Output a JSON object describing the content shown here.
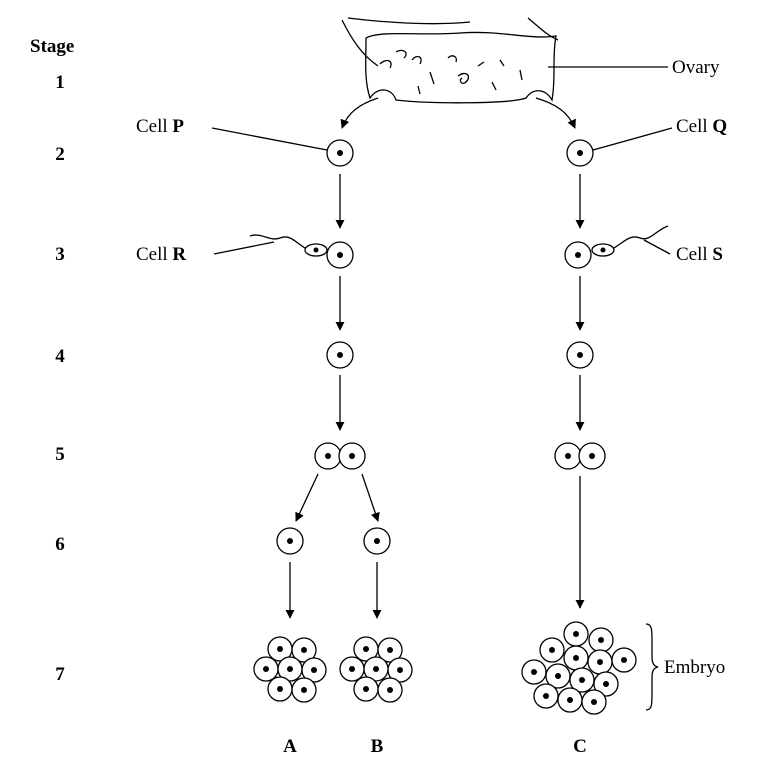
{
  "header": {
    "stage_label": "Stage"
  },
  "stages": [
    "1",
    "2",
    "3",
    "4",
    "5",
    "6",
    "7"
  ],
  "labels": {
    "ovary": "Ovary",
    "cell_word": "Cell ",
    "p": "P",
    "q": "Q",
    "r": "R",
    "s": "S",
    "embryo": "Embryo",
    "a": "A",
    "b": "B",
    "c": "C"
  }
}
